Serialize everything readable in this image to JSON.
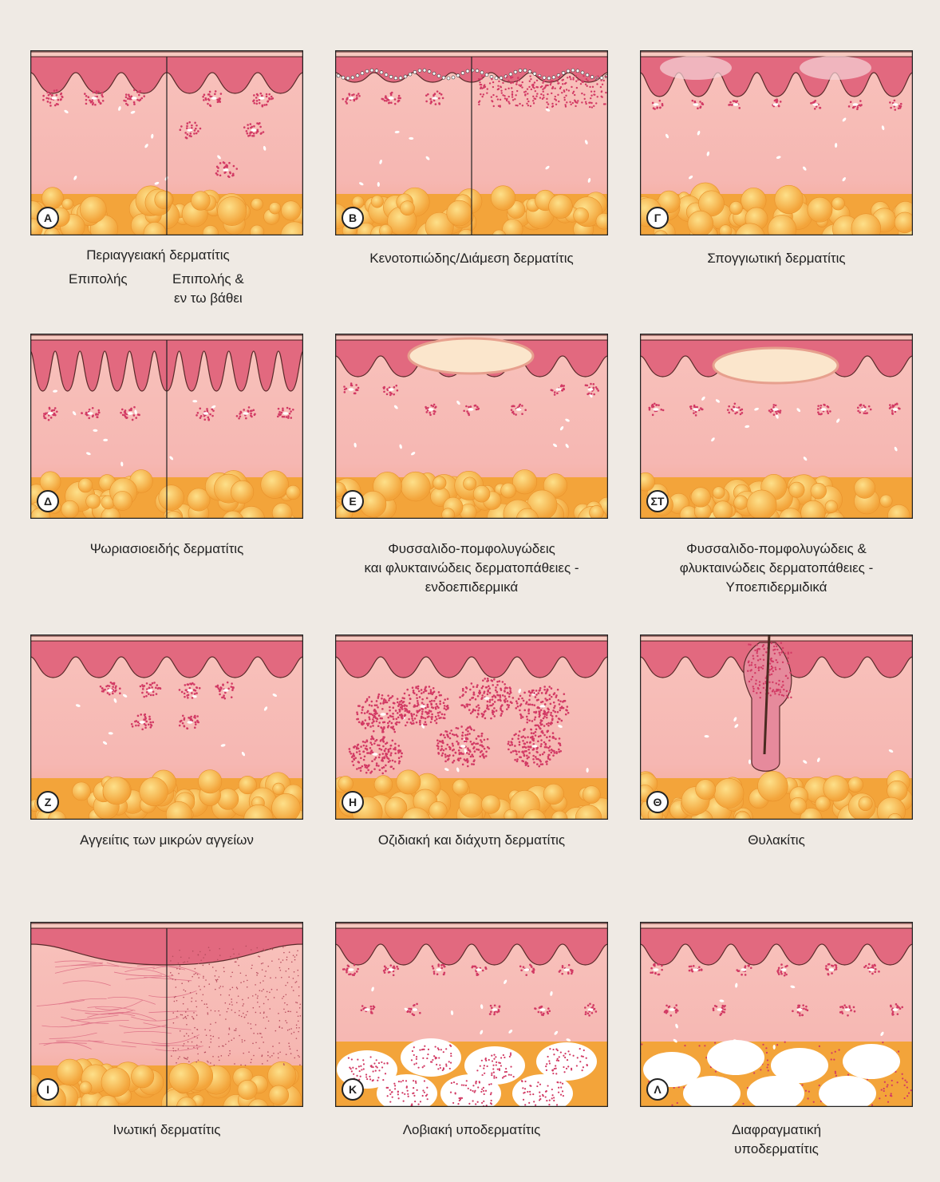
{
  "panels": [
    {
      "letter": "Α",
      "caption": [
        "Περιαγγειακή δερματίτις"
      ],
      "sub_left": [
        "Επιπολής"
      ],
      "sub_right": [
        "Επιπολής &",
        "εν τω βάθει"
      ]
    },
    {
      "letter": "Β",
      "caption": [
        "Κενοτοπιώδης/Διάμεση δερματίτις"
      ]
    },
    {
      "letter": "Γ",
      "caption": [
        "Σπογγιωτική δερματίτις"
      ]
    },
    {
      "letter": "Δ",
      "caption": [
        "Ψωριασιοειδής δερματίτις"
      ]
    },
    {
      "letter": "Ε",
      "caption": [
        "Φυσσαλιδο-πομφολυγώδεις",
        "και φλυκταινώδεις δερματοπάθειες -",
        "ενδοεπιδερμικά"
      ]
    },
    {
      "letter": "ΣΤ",
      "caption": [
        "Φυσσαλιδο-πομφολυγώδεις &",
        "φλυκταινώδεις δερματοπάθειες -",
        "Υποεπιδερμιδικά"
      ]
    },
    {
      "letter": "Ζ",
      "caption": [
        "Αγγειίτις των μικρών αγγείων"
      ]
    },
    {
      "letter": "Η",
      "caption": [
        "Οζιδιακή και διάχυτη δερματίτις"
      ]
    },
    {
      "letter": "Θ",
      "caption": [
        "Θυλακίτις"
      ]
    },
    {
      "letter": "Ι",
      "caption": [
        "Ινωτική δερματίτις"
      ]
    },
    {
      "letter": "Κ",
      "caption": [
        "Λοβιακή υποδερματίτις"
      ]
    },
    {
      "letter": "Λ",
      "caption": [
        "Διαφραγματική",
        "υποδερματίτις"
      ]
    }
  ],
  "colors": {
    "background": "#efeae4",
    "epidermis": "#e2697f",
    "dermis": "#f6b7b2",
    "fat": "#f3a43a",
    "fat_light": "#f9c25e",
    "inflammatory_cell": "#d23a64",
    "blister": "#fbe6cc"
  }
}
